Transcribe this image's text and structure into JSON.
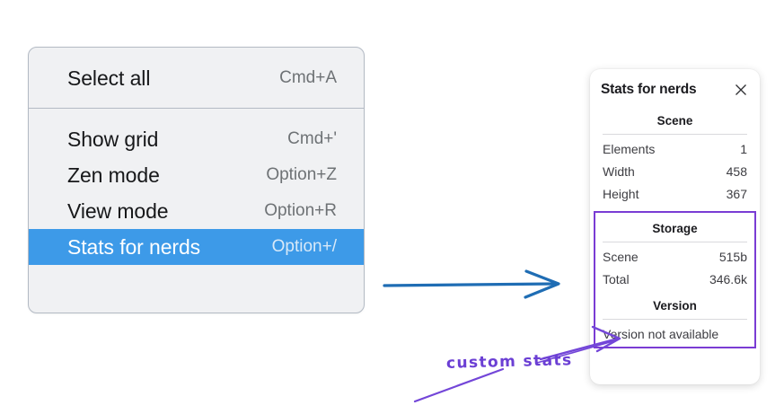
{
  "menu": {
    "groups": [
      {
        "name": "selection",
        "items": [
          {
            "label": "Select all",
            "shortcut": "Cmd+A",
            "selected": false
          }
        ]
      },
      {
        "name": "view",
        "items": [
          {
            "label": "Show grid",
            "shortcut": "Cmd+'",
            "selected": false
          },
          {
            "label": "Zen mode",
            "shortcut": "Option+Z",
            "selected": false
          },
          {
            "label": "View mode",
            "shortcut": "Option+R",
            "selected": false
          },
          {
            "label": "Stats for nerds",
            "shortcut": "Option+/",
            "selected": true
          }
        ]
      }
    ],
    "highlight_color": "#3d9ae8"
  },
  "stats_panel": {
    "title": "Stats for nerds",
    "close_icon": "close-icon",
    "sections": [
      {
        "name": "scene",
        "title": "Scene",
        "rows": [
          {
            "key": "Elements",
            "value": "1"
          },
          {
            "key": "Width",
            "value": "458"
          },
          {
            "key": "Height",
            "value": "367"
          }
        ]
      },
      {
        "name": "storage",
        "title": "Storage",
        "rows": [
          {
            "key": "Scene",
            "value": "515b"
          },
          {
            "key": "Total",
            "value": "346.6k"
          }
        ]
      },
      {
        "name": "version",
        "title": "Version",
        "note": "Version not available"
      }
    ],
    "highlight_border_color": "#7a3cd4"
  },
  "annotations": {
    "custom_stats_label": "custom stats",
    "arrow_blue_color": "#1f6db4",
    "arrow_purple_color": "#7346d8"
  }
}
